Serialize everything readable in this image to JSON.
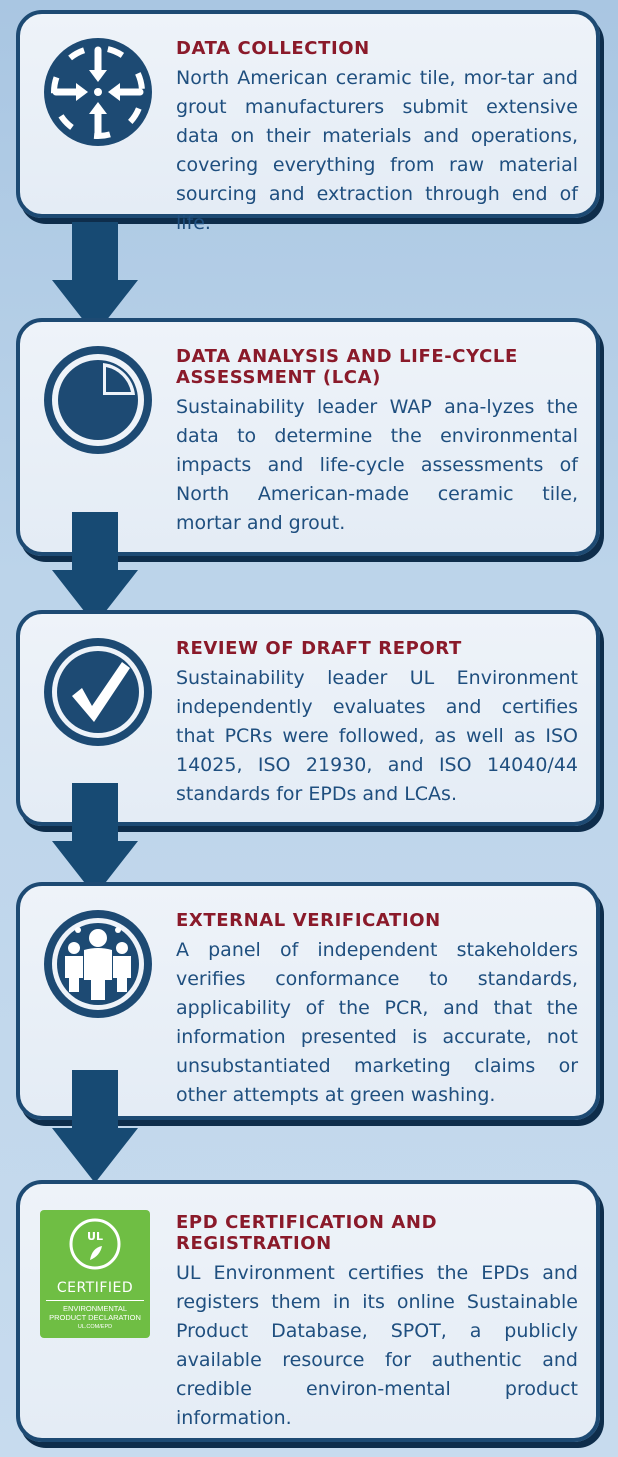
{
  "steps": [
    {
      "title": "DATA COLLECTION",
      "body": "North American ceramic tile, mor-tar and grout manufacturers submit extensive data on their materials and operations, covering everything from raw material sourcing and extraction through end of life.",
      "icon": "converge-arrows-icon"
    },
    {
      "title": "DATA ANALYSIS AND LIFE-CYCLE ASSESSMENT (LCA)",
      "body": "Sustainability leader WAP ana-lyzes the data to determine the environmental impacts and life-cycle assessments of North American-made ceramic tile, mortar and grout.",
      "icon": "pie-chart-icon"
    },
    {
      "title": "REVIEW OF DRAFT REPORT",
      "body": "Sustainability leader UL Environment independently evaluates and certifies that PCRs were followed, as well as ISO 14025, ISO 21930, and ISO 14040/44 standards for EPDs and LCAs.",
      "icon": "checkmark-icon"
    },
    {
      "title": "EXTERNAL VERIFICATION",
      "body": "A panel of independent stakeholders verifies conformance to standards, applicability of the PCR, and that the information presented is accurate, not unsubstantiated marketing claims or other attempts at green washing.",
      "icon": "people-group-icon"
    },
    {
      "title": "EPD CERTIFICATION AND REGISTRATION",
      "body": "UL Environment certifies the EPDs and registers them in its online Sustainable Product Database, SPOT, a publicly available resource for authentic and credible environ-mental product information.",
      "icon": "ul-certified-badge"
    }
  ],
  "badge": {
    "certified": "CERTIFIED",
    "line1": "ENVIRONMENTAL",
    "line2": "PRODUCT DECLARATION",
    "url": "UL.COM/EPD",
    "mark": "UL"
  },
  "colors": {
    "title": "#8a1a2a",
    "body": "#1f4f7f",
    "navy": "#1d4a73",
    "arrow": "#174a73",
    "badge_green": "#6fbe44"
  }
}
